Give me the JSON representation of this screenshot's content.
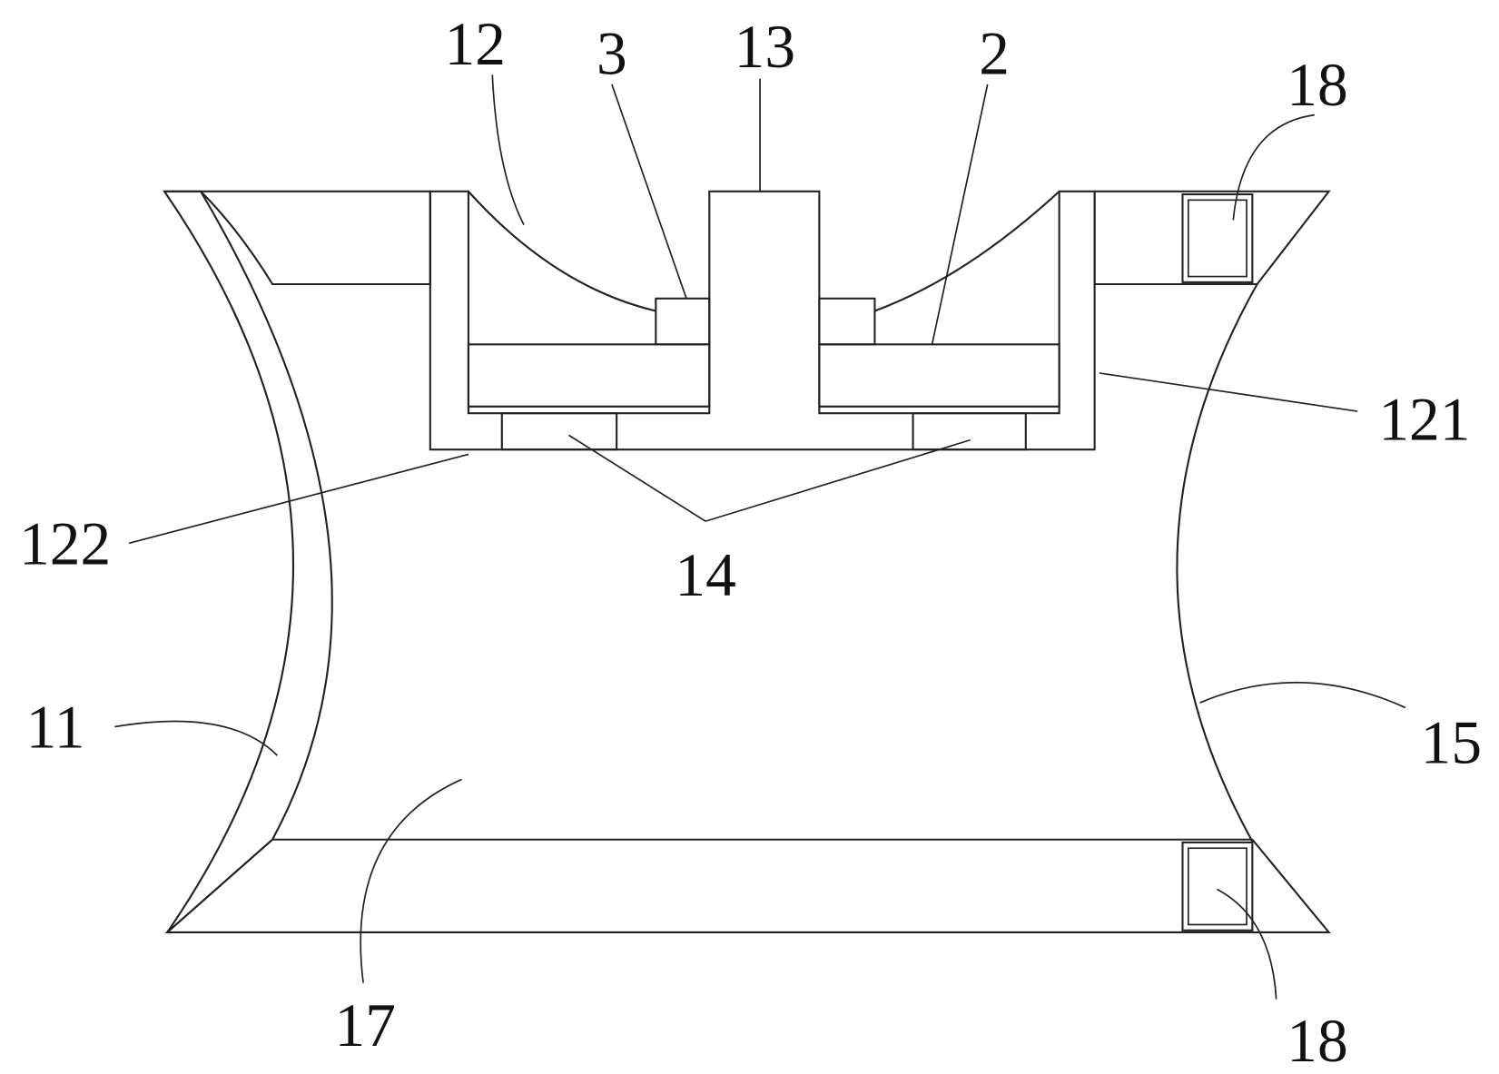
{
  "figure": {
    "labels": {
      "l12": "12",
      "l3": "3",
      "l13": "13",
      "l2": "2",
      "l18_top": "18",
      "l121": "121",
      "l122": "122",
      "l14": "14",
      "l11": "11",
      "l15": "15",
      "l17": "17",
      "l18_bottom": "18"
    },
    "colors": {
      "line": "#222222",
      "background": "#ffffff"
    }
  }
}
